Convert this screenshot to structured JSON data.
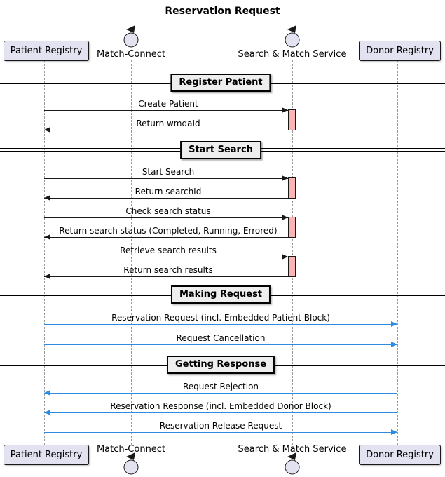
{
  "title": "Reservation Request",
  "participants": [
    {
      "label": "Patient Registry",
      "type": "box"
    },
    {
      "label": "Match-Connect",
      "type": "control"
    },
    {
      "label": "Search & Match Service",
      "type": "control"
    },
    {
      "label": "Donor Registry",
      "type": "box"
    }
  ],
  "dividers": [
    {
      "label": "Register Patient"
    },
    {
      "label": "Start Search"
    },
    {
      "label": "Making Request"
    },
    {
      "label": "Getting Response"
    }
  ],
  "messages": [
    {
      "label": "Create Patient",
      "from": "Patient Registry",
      "to": "Search & Match Service",
      "direction": "right",
      "color": "black"
    },
    {
      "label": "Return wmdaId",
      "from": "Search & Match Service",
      "to": "Patient Registry",
      "direction": "left",
      "color": "black"
    },
    {
      "label": "Start Search",
      "from": "Patient Registry",
      "to": "Search & Match Service",
      "direction": "right",
      "color": "black"
    },
    {
      "label": "Return searchId",
      "from": "Search & Match Service",
      "to": "Patient Registry",
      "direction": "left",
      "color": "black"
    },
    {
      "label": "Check search status",
      "from": "Patient Registry",
      "to": "Search & Match Service",
      "direction": "right",
      "color": "black"
    },
    {
      "label": "Return search status (Completed, Running, Errored)",
      "from": "Search & Match Service",
      "to": "Patient Registry",
      "direction": "left",
      "color": "black"
    },
    {
      "label": "Retrieve search results",
      "from": "Patient Registry",
      "to": "Search & Match Service",
      "direction": "right",
      "color": "black"
    },
    {
      "label": "Return search results",
      "from": "Search & Match Service",
      "to": "Patient Registry",
      "direction": "left",
      "color": "black"
    },
    {
      "label": "Reservation Request (incl. Embedded Patient Block)",
      "from": "Patient Registry",
      "to": "Donor Registry",
      "direction": "right",
      "color": "blue"
    },
    {
      "label": "Request Cancellation",
      "from": "Patient Registry",
      "to": "Donor Registry",
      "direction": "right",
      "color": "blue"
    },
    {
      "label": "Request Rejection",
      "from": "Donor Registry",
      "to": "Patient Registry",
      "direction": "left",
      "color": "blue"
    },
    {
      "label": "Reservation Response (incl. Embedded Donor Block)",
      "from": "Donor Registry",
      "to": "Patient Registry",
      "direction": "left",
      "color": "blue"
    },
    {
      "label": "Reservation Release Request",
      "from": "Patient Registry",
      "to": "Donor Registry",
      "direction": "right",
      "color": "blue"
    }
  ],
  "activations": {
    "participant": "Search & Match Service",
    "count": 4
  },
  "colors": {
    "participant_fill": "#E2E2F0",
    "participant_border": "#181818",
    "activation_fill": "#FBB4B4",
    "divider_fill": "#EEEEEE",
    "blue_arrow": "#2E8BE2",
    "black_arrow": "#181818",
    "lifeline": "#999999"
  }
}
